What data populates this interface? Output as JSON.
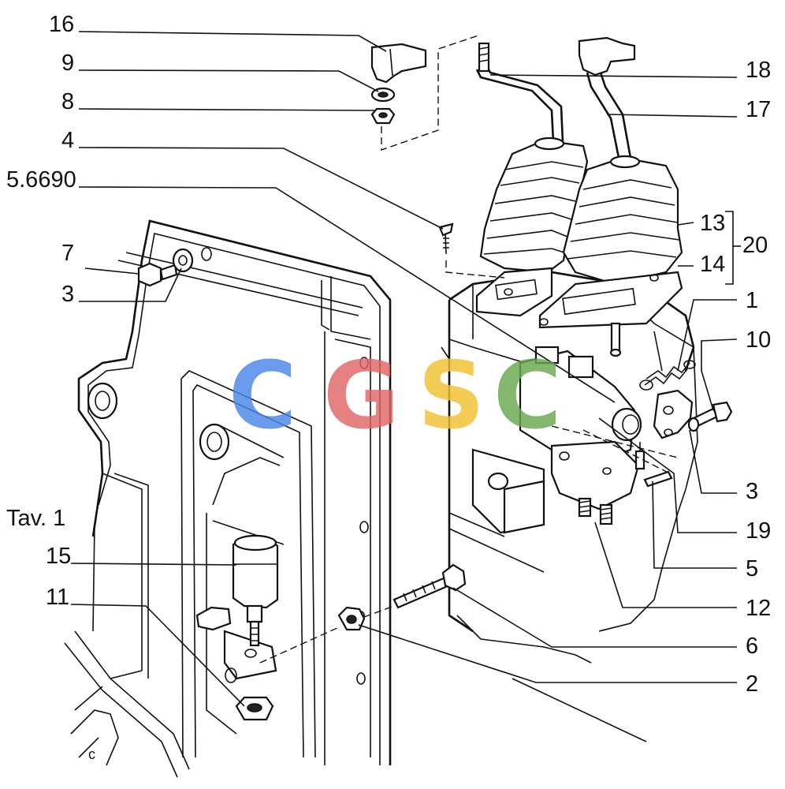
{
  "diagram": {
    "labels": {
      "p16": "16",
      "p9": "9",
      "p8": "8",
      "p4": "4",
      "ref": "5.6690",
      "p7": "7",
      "p3_left": "3",
      "tav": "Tav. 1",
      "p15": "15",
      "p11": "11",
      "p18": "18",
      "p17": "17",
      "p13": "13",
      "p20": "20",
      "p14": "14",
      "p1": "1",
      "p10": "10",
      "p3_right": "3",
      "p19": "19",
      "p5": "5",
      "p12": "12",
      "p6": "6",
      "p2": "2",
      "corner_c": "c"
    },
    "watermark": {
      "letters": [
        "C",
        "G",
        "S",
        "C"
      ],
      "colors": [
        "#4a86e8",
        "#e06666",
        "#f1c232",
        "#6aa84f"
      ]
    }
  }
}
